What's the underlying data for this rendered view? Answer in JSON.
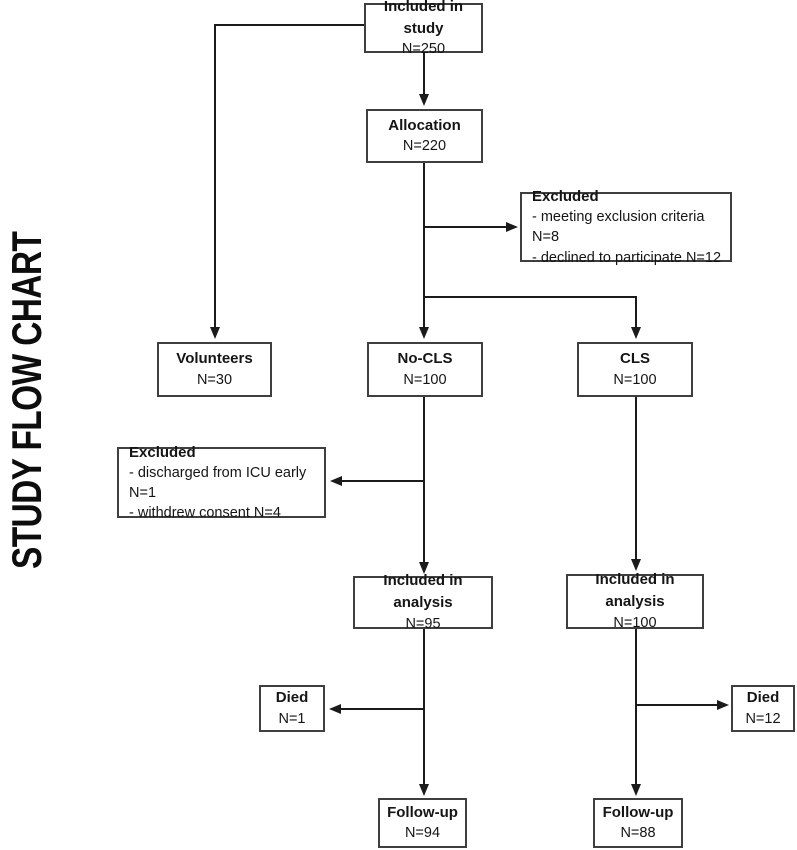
{
  "title": "STUDY FLOW CHART",
  "colors": {
    "line": "#1b1b1b",
    "box_border": "#3f3f3f",
    "text": "#151515",
    "background": "#ffffff"
  },
  "boxes": {
    "included_study": {
      "label": "Included in study",
      "n": "N=250"
    },
    "allocation": {
      "label": "Allocation",
      "n": "N=220"
    },
    "excluded_allocation": {
      "label": "Excluded",
      "items": [
        "- meeting exclusion criteria N=8",
        "- declined to participate N=12"
      ]
    },
    "volunteers": {
      "label": "Volunteers",
      "n": "N=30"
    },
    "no_cls": {
      "label": "No-CLS",
      "n": "N=100"
    },
    "cls": {
      "label": "CLS",
      "n": "N=100"
    },
    "excluded_no_cls": {
      "label": "Excluded",
      "items": [
        "- discharged from ICU early N=1",
        "- withdrew consent N=4"
      ]
    },
    "analysis_no_cls": {
      "label": "Included in analysis",
      "n": "N=95"
    },
    "analysis_cls": {
      "label": "Included in analysis",
      "n": "N=100"
    },
    "died_no_cls": {
      "label": "Died",
      "n": "N=1"
    },
    "died_cls": {
      "label": "Died",
      "n": "N=12"
    },
    "followup_no_cls": {
      "label": "Follow-up",
      "n": "N=94"
    },
    "followup_cls": {
      "label": "Follow-up",
      "n": "N=88"
    }
  }
}
